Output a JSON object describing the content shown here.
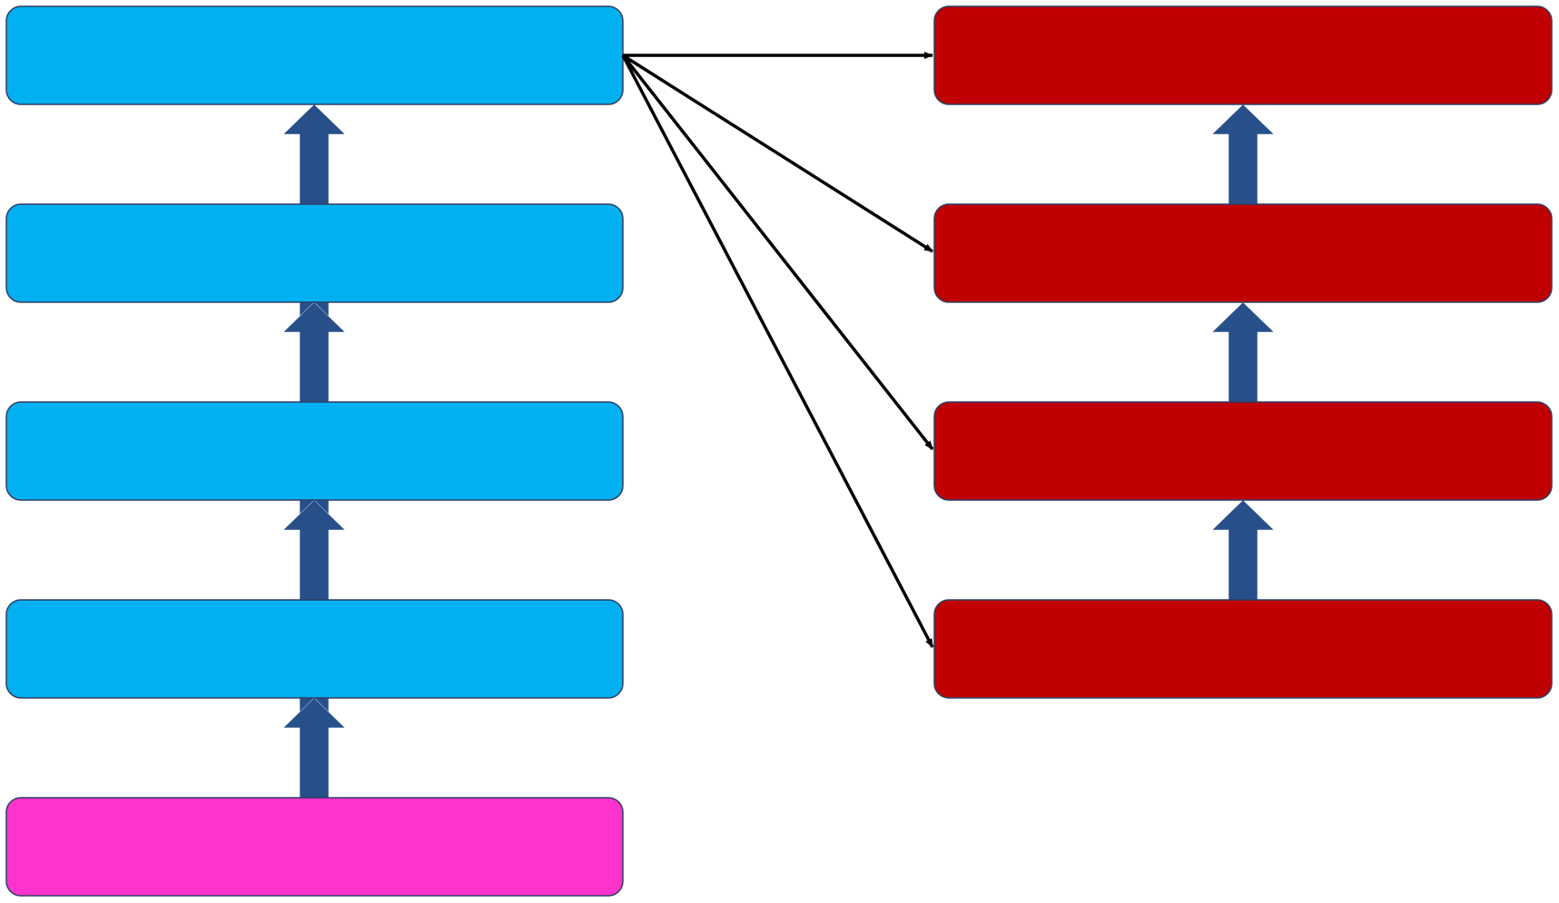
{
  "colors": {
    "encoder": "#00B0F0",
    "input": "#FF33CC",
    "decoder": "#C00000",
    "block_arrow": "#27508A",
    "connector": "#000000"
  },
  "diagram": {
    "encoder_stack": {
      "blocks": [
        {
          "fill": "encoder"
        },
        {
          "fill": "encoder"
        },
        {
          "fill": "encoder"
        },
        {
          "fill": "encoder"
        }
      ],
      "input_block": {
        "fill": "input"
      }
    },
    "decoder_stack": {
      "blocks": [
        {
          "fill": "decoder"
        },
        {
          "fill": "decoder"
        },
        {
          "fill": "decoder"
        },
        {
          "fill": "decoder"
        }
      ]
    },
    "connections": [
      {
        "from": "encoder-1",
        "to": "decoder-1"
      },
      {
        "from": "encoder-1",
        "to": "decoder-2"
      },
      {
        "from": "encoder-1",
        "to": "decoder-3"
      },
      {
        "from": "encoder-1",
        "to": "decoder-4"
      }
    ],
    "block_arrows": [
      {
        "from": "input",
        "to": "encoder-4"
      },
      {
        "from": "encoder-4",
        "to": "encoder-3"
      },
      {
        "from": "encoder-3",
        "to": "encoder-2"
      },
      {
        "from": "encoder-2",
        "to": "encoder-1"
      },
      {
        "from": "decoder-4",
        "to": "decoder-3"
      },
      {
        "from": "decoder-3",
        "to": "decoder-2"
      },
      {
        "from": "decoder-2",
        "to": "decoder-1"
      }
    ]
  }
}
